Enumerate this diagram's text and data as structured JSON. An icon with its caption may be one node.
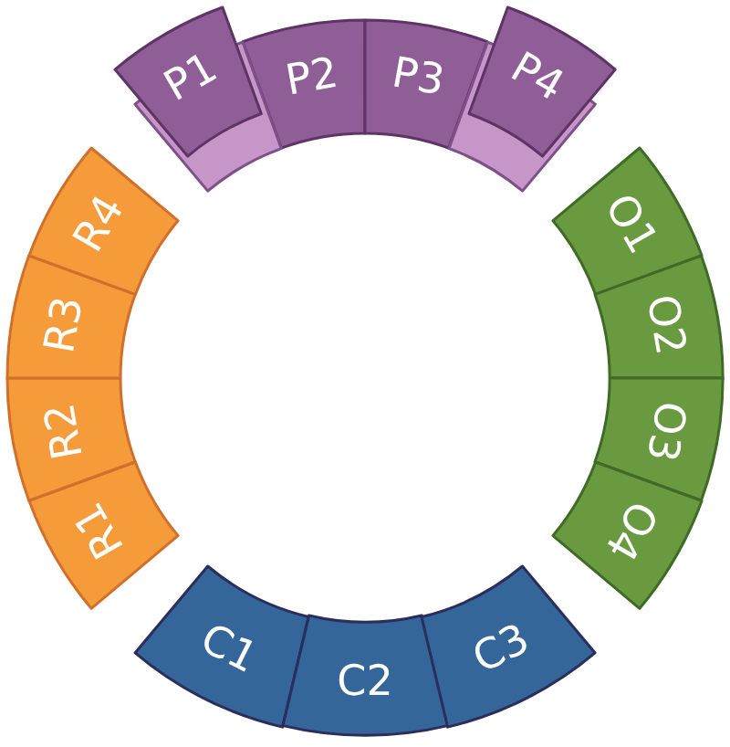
{
  "diagram": {
    "nodes": [
      {
        "text": [
          "P1"
        ]
      },
      {
        "text": [
          "P2"
        ]
      },
      {
        "text": [
          "P3"
        ]
      },
      {
        "text": [
          "P4"
        ]
      },
      {
        "text": [
          "R1"
        ]
      },
      {
        "text": [
          "R2"
        ]
      },
      {
        "text": [
          "R3"
        ]
      },
      {
        "text": [
          "R4"
        ]
      },
      {
        "text": [
          "O1"
        ]
      },
      {
        "text": [
          "O2"
        ]
      },
      {
        "text": [
          "O3"
        ]
      },
      {
        "text": [
          "O4"
        ]
      },
      {
        "text": [
          "C1"
        ]
      },
      {
        "text": [
          "C2"
        ]
      },
      {
        "text": [
          "C3"
        ]
      }
    ]
  }
}
